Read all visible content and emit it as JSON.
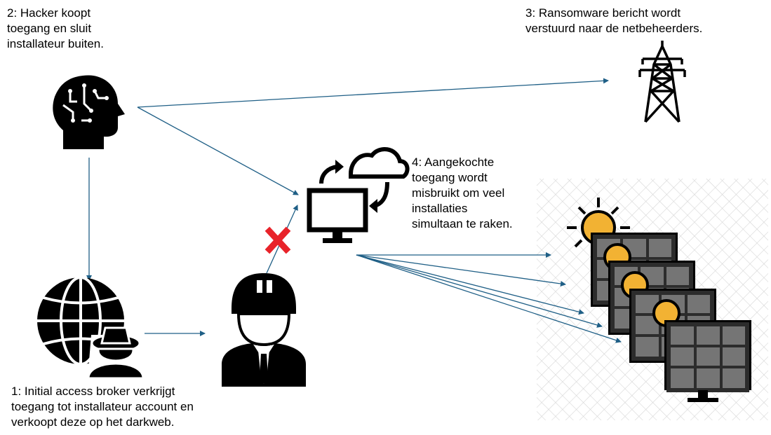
{
  "steps": {
    "step1": "1: Initial access broker verkrijgt\ntoegang tot installateur account en\nverkoopt deze op het darkweb.",
    "step2": "2: Hacker koopt\ntoegang en sluit\ninstallateur buiten.",
    "step3": "3: Ransomware bericht wordt\nverstuurd naar de netbeheerders.",
    "step4": "4: Aangekochte\ntoegang wordt\nmisbruikt om veel\ninstallaties\nsimultaan te raken."
  },
  "colors": {
    "arrow": "#1f5f86",
    "icon": "#000000",
    "panel": "#6f6f6f",
    "panel_grid": "#2c2c2c",
    "sun": "#f2b233",
    "cross": "#e8232a",
    "hatch": "#d6d6d6"
  },
  "icons": [
    "hacker-head-icon",
    "globe-spy-icon",
    "installer-icon",
    "computer-cloud-icon",
    "power-tower-icon",
    "solar-panel-icon"
  ]
}
